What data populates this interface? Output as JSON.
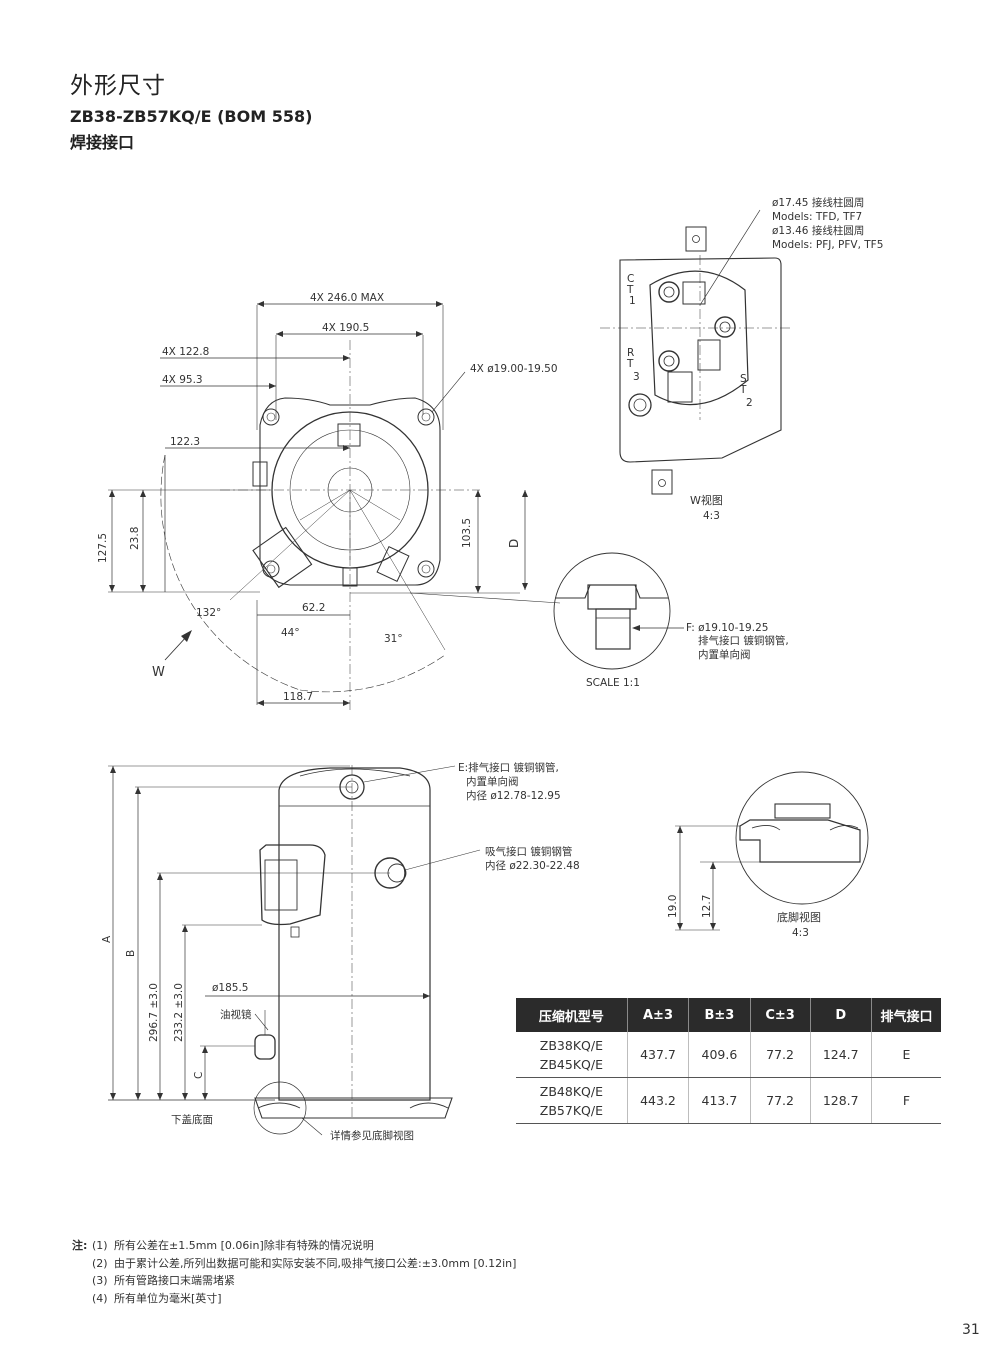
{
  "header": {
    "title": "外形尺寸",
    "model_line": "ZB38-ZB57KQ/E (BOM 558)",
    "connection_type": "焊接接口"
  },
  "top_view": {
    "dim_246": "4X 246.0 MAX",
    "dim_190": "4X 190.5",
    "dim_1228": "4X 122.8",
    "dim_953": "4X 95.3",
    "dim_hole": "4X ø19.00-19.50",
    "dim_1223": "122.3",
    "dim_1275": "127.5",
    "dim_238": "23.8",
    "dim_1035": "103.5",
    "dim_D": "D",
    "dim_622": "62.2",
    "dim_1187": "118.7",
    "angle_132": "132°",
    "angle_44": "44°",
    "angle_31": "31°",
    "w_arrow": "W"
  },
  "w_view": {
    "note1": "ø17.45 接线柱圆周",
    "note2": "Models: TFD, TF7",
    "note3": "ø13.46 接线柱圆周",
    "note4": "Models: PFJ, PFV, TF5",
    "label": "W视图",
    "scale": "4:3",
    "t_c": "C",
    "t_t": "T",
    "t_1": "1",
    "t_r": "R",
    "t_t2": "T",
    "t_3": "3",
    "t_s": "S",
    "t_t3": "T",
    "t_2": "2"
  },
  "f_detail": {
    "line1": "F: ø19.10-19.25",
    "line2": "排气接口 镀铜钢管,",
    "line3": "内置单向阀",
    "scale": "SCALE 1:1"
  },
  "side_view": {
    "e_line1": "E:排气接口 镀铜钢管,",
    "e_line2": "内置单向阀",
    "e_line3": "内径 ø12.78-12.95",
    "suction1": "吸气接口 镀铜钢管",
    "suction2": "内径 ø22.30-22.48",
    "dim_1855": "ø185.5",
    "oil_glass": "油视镜",
    "dim_A": "A",
    "dim_B": "B",
    "dim_2967": "296.7 ±3.0",
    "dim_2332": "233.2 ±3.0",
    "dim_C": "C",
    "bottom": "下盖底面",
    "foot_ref": "详情参见底脚视图"
  },
  "foot_view": {
    "dim_190": "19.0",
    "dim_127": "12.7",
    "label": "底脚视图",
    "scale": "4:3"
  },
  "spec_table": {
    "headers": [
      "压缩机型号",
      "A±3",
      "B±3",
      "C±3",
      "D",
      "排气接口"
    ],
    "rows": [
      {
        "model1": "ZB38KQ/E",
        "model2": "ZB45KQ/E",
        "a": "437.7",
        "b": "409.6",
        "c": "77.2",
        "d": "124.7",
        "port": "E"
      },
      {
        "model1": "ZB48KQ/E",
        "model2": "ZB57KQ/E",
        "a": "443.2",
        "b": "413.7",
        "c": "77.2",
        "d": "128.7",
        "port": "F"
      }
    ]
  },
  "notes": {
    "label": "注:",
    "items": [
      {
        "num": "(1)",
        "text": "所有公差在±1.5mm [0.06in]除非有特殊的情况说明"
      },
      {
        "num": "(2)",
        "text": "由于累计公差,所列出数据可能和实际安装不同,吸排气接口公差:±3.0mm [0.12in]"
      },
      {
        "num": "(3)",
        "text": "所有管路接口末端需堵紧"
      },
      {
        "num": "(4)",
        "text": "所有单位为毫米[英寸]"
      }
    ]
  },
  "page_number": "31"
}
